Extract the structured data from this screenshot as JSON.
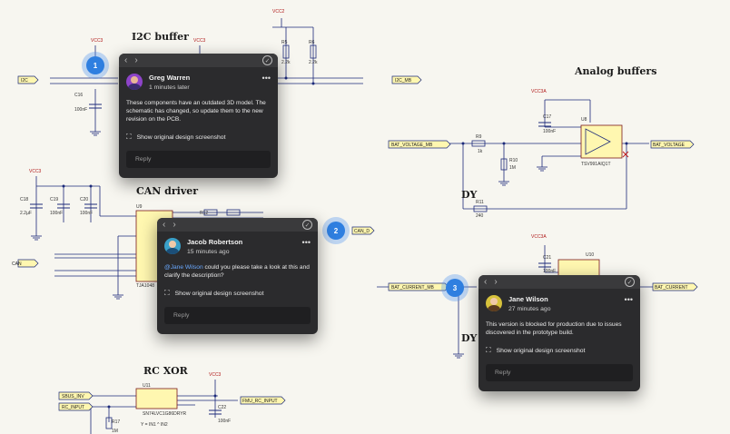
{
  "schematic": {
    "titles": {
      "i2c": "I2C buffer",
      "can": "CAN driver",
      "analog": "Analog buffers",
      "rcxor": "RC XOR"
    },
    "power_labels": {
      "vcc3": "VCC3",
      "vcc2": "VCC2",
      "vcc3a": "VCC3A"
    },
    "nets": {
      "i2c_left": "I2C",
      "i2c_mb": "I2C_MB",
      "can_left": "CAN",
      "can_d": "CAN_D",
      "bat_voltage_mb": "BAT_VOLTAGE_MB",
      "bat_voltage": "BAT_VOLTAGE",
      "bat_current_mb": "BAT_CURRENT_MB",
      "bat_current": "BAT_CURRENT",
      "sbus_inv": "SBUS_INV",
      "rc_input": "RC_INPUT",
      "fmu_rc_input": "FMU_RC_INPUT"
    },
    "components": {
      "r5": "R5",
      "r5v": "2.2k",
      "r6": "R6",
      "r6v": "2.2k",
      "c16": "C16",
      "c16v": "100nF",
      "c18": "C18",
      "c18v": "2.2µF",
      "c19": "C19",
      "c19v": "100nF",
      "c20": "C20",
      "c20v": "100nF",
      "u9": "U9",
      "u9p": "TJA1048",
      "r12": "R12",
      "u8": "U8",
      "u8p": "TSV991AIQ1T",
      "c17": "C17",
      "c17v": "100nF",
      "r9": "R9",
      "r9v": "1k",
      "r10": "R10",
      "r10v": "1M",
      "r11": "R11",
      "r11v": "240",
      "dy": "DY",
      "u10": "U10",
      "c21": "C21",
      "c21v": "100nF",
      "u11": "U11",
      "u11p": "SN74LVC1G86DRYR",
      "c22": "C22",
      "c22v": "100nF",
      "r17": "R17",
      "r17v": "1M",
      "xor_eq": "Y = IN1 ^ IN2"
    }
  },
  "comments": [
    {
      "badge": "1",
      "author": "Greg Warren",
      "time": "1 minutes later",
      "message": "These components have an outdated 3D model. The schematic has changed, so update them to the new revision on the PCB.",
      "screenshot_label": "Show original design screenshot",
      "reply_placeholder": "Reply"
    },
    {
      "badge": "2",
      "author": "Jacob Robertson",
      "time": "15 minutes ago",
      "mention": "@Jane Wilson",
      "message": " could you please take a look at this and clarify the description?",
      "screenshot_label": "Show original design screenshot",
      "reply_placeholder": "Reply"
    },
    {
      "badge": "3",
      "author": "Jane Wilson",
      "time": "27 minutes ago",
      "message": "This version is blocked for production due to issues discovered in the prototype build.",
      "screenshot_label": "Show original design screenshot",
      "reply_placeholder": "Reply"
    }
  ],
  "icons": {
    "prev": "‹",
    "next": "›",
    "resolve": "✓",
    "more": "•••",
    "screenshot": "⛶"
  },
  "colors": {
    "wire": "#1c2a7a",
    "power": "#b01818",
    "badge": "#2f7fe0",
    "card": "#2b2b2d",
    "net_label_fill": "#fff7b0"
  }
}
